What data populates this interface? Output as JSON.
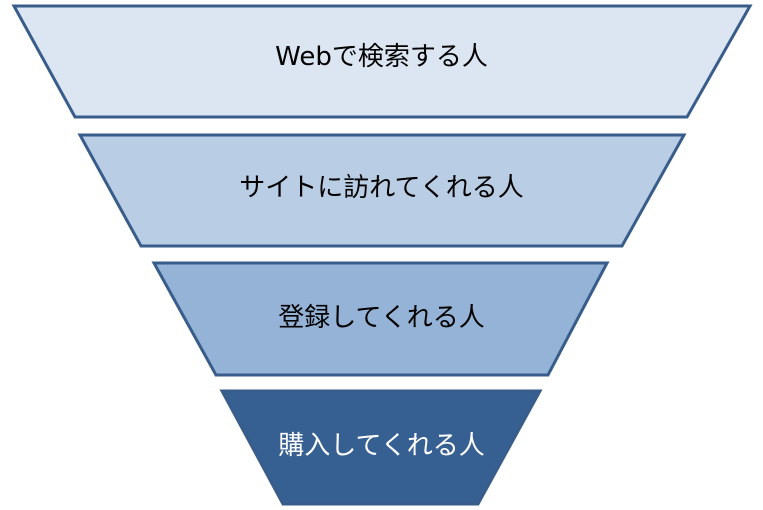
{
  "stages": [
    {
      "label": "Webで検索する人",
      "fill": "#dce6f2",
      "text_color": "#000000"
    },
    {
      "label": "サイトに訪れてくれる人",
      "fill": "#b9cde5",
      "text_color": "#000000"
    },
    {
      "label": "登録してくれる人",
      "fill": "#95b3d7",
      "text_color": "#000000"
    },
    {
      "label": "購入してくれる人",
      "fill": "#376092",
      "text_color": "#ffffff"
    }
  ],
  "colors": {
    "outline": "#385d8a"
  }
}
